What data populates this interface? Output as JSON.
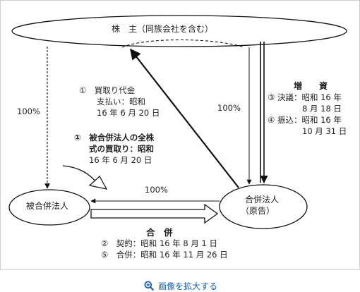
{
  "nodes": {
    "shareholders": "株　主（同族会社を含む）",
    "merged_corp": "被合併法人",
    "merging_corp_line1": "合併法人",
    "merging_corp_line2": "（原告）"
  },
  "edges": {
    "left_pct": "100%",
    "right_pct": "100%",
    "middle_pct": "100%"
  },
  "annotations": {
    "payment": {
      "line1": "①　買取り代金",
      "line2": "支払い：昭和",
      "line3": "16 年 6 月 20 日"
    },
    "purchase": {
      "line1": "①　被合併法人の全株",
      "line2": "式の買取り：昭和",
      "line3": "16 年 6 月 20 日"
    },
    "capital_increase": {
      "title": "増　　資",
      "line1": "③ 決議：昭和 16 年",
      "line2": "8 月 18 日",
      "line3": "④ 振込：昭和 16 年",
      "line4": "10 月 31 日"
    },
    "merger": {
      "title": "合　併",
      "line1": "②　契約：昭和 16 年 8 月 1 日",
      "line2": "⑤　合併：昭和 16 年 11 月 26 日"
    }
  },
  "footer": {
    "zoom_label": "画像を拡大する",
    "zoom_icon": "magnifier-plus-icon"
  },
  "colors": {
    "link": "#1a5fb4",
    "line": "#111111"
  }
}
